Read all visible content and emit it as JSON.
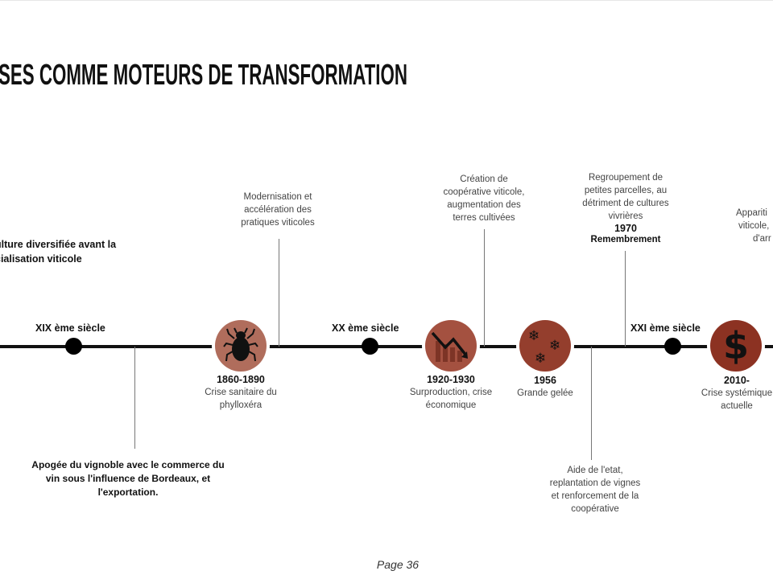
{
  "title": "SES COMME MOTEURS DE TRANSFORMATION",
  "centuries": [
    "XIX ème siècle",
    "XX ème siècle",
    "XXI ème siècle"
  ],
  "events": [
    {
      "date": "1860-1890",
      "label_lines": [
        "Crise sanitaire du",
        "phylloxéra"
      ],
      "icon": "beetle-icon",
      "color": "#b06d5c"
    },
    {
      "date": "1920-1930",
      "label_lines": [
        "Surproduction, crise",
        "économique"
      ],
      "icon": "declining-chart-icon",
      "color": "#a45140"
    },
    {
      "date": "1956",
      "label_lines": [
        "Grande gelée"
      ],
      "icon": "snowflake-icon",
      "color": "#943e2d"
    },
    {
      "date": "2010-",
      "label_lines": [
        "Crise systémique",
        "actuelle"
      ],
      "icon": "dollar-icon",
      "color": "#8c3222"
    }
  ],
  "annotations": {
    "diversified": [
      "ulture diversifiée avant la",
      "cialisation viticole"
    ],
    "apogee": [
      "Apogée du vignoble avec le commerce du",
      "vin sous l'influence de Bordeaux, et",
      "l'exportation."
    ],
    "modernisation": [
      "Modernisation et",
      "accélération des",
      "pratiques viticoles"
    ],
    "cooperative": [
      "Création de",
      "coopérative viticole,",
      "augmentation des",
      "terres cultivées"
    ],
    "aide": [
      "Aide de l'etat,",
      "replantation de vignes",
      "et renforcement de la",
      "coopérative"
    ],
    "remembrement": {
      "lines": [
        "Regroupement de",
        "petites parcelles, au",
        "détriment de cultures",
        "vivrières"
      ],
      "year": "1970",
      "title": "Remembrement"
    },
    "apparition": [
      "Appariti",
      "viticole,",
      "d'arr"
    ]
  },
  "footer": {
    "page": "Page 36"
  }
}
